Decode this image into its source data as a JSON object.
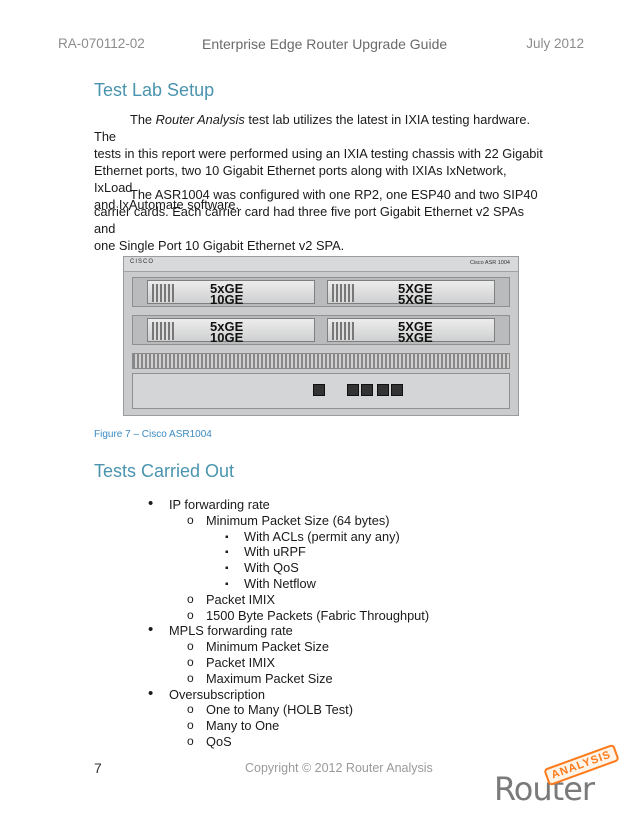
{
  "header": {
    "doc_id": "RA-070112-02",
    "title": "Enterprise Edge Router Upgrade Guide",
    "date": "July 2012"
  },
  "section1": {
    "heading": "Test Lab Setup",
    "p1_pre": "The ",
    "p1_em": "Router Analysis",
    "p1_l1": " test lab utilizes the latest in IXIA testing hardware.  The",
    "p1_l2": "tests in this report were performed using an IXIA testing chassis with 22 Gigabit",
    "p1_l3": "Ethernet ports, two 10 Gigabit Ethernet ports along with IXIAs IxNetwork, IxLoad",
    "p1_l4": "and IxAutomate software.",
    "p2_l1": "The ASR1004 was configured with one RP2, one ESP40 and two SIP40",
    "p2_l2": "carrier cards. Each carrier card had three five port Gigabit Ethernet v2 SPAs and",
    "p2_l3": "one Single Port 10 Gigabit Ethernet v2 SPA."
  },
  "figure": {
    "photo_logo": "CISCO",
    "photo_model": "Cisco ASR 1004",
    "card_labels": [
      "5xGE",
      "5XGE",
      "10GE",
      "5XGE",
      "5xGE",
      "5XGE",
      "10GE",
      "5XGE"
    ],
    "caption": "Figure 7 – Cisco ASR1004"
  },
  "section2": {
    "heading": "Tests Carried Out",
    "items": [
      {
        "level": 1,
        "marker": "•",
        "text": "IP forwarding rate"
      },
      {
        "level": 2,
        "marker": "o",
        "text": "Minimum Packet Size (64 bytes)"
      },
      {
        "level": 3,
        "marker": "▪",
        "text": "With ACLs (permit any any)"
      },
      {
        "level": 3,
        "marker": "▪",
        "text": "With uRPF"
      },
      {
        "level": 3,
        "marker": "▪",
        "text": "With QoS"
      },
      {
        "level": 3,
        "marker": "▪",
        "text": "With Netflow"
      },
      {
        "level": 2,
        "marker": "o",
        "text": "Packet IMIX"
      },
      {
        "level": 2,
        "marker": "o",
        "text": "1500 Byte Packets (Fabric Throughput)"
      },
      {
        "level": 1,
        "marker": "•",
        "text": "MPLS forwarding rate"
      },
      {
        "level": 2,
        "marker": "o",
        "text": "Minimum Packet Size"
      },
      {
        "level": 2,
        "marker": "o",
        "text": "Packet IMIX"
      },
      {
        "level": 2,
        "marker": "o",
        "text": "Maximum Packet Size"
      },
      {
        "level": 1,
        "marker": "•",
        "text": "Oversubscription"
      },
      {
        "level": 2,
        "marker": "o",
        "text": "One to Many (HOLB Test)"
      },
      {
        "level": 2,
        "marker": "o",
        "text": "Many to One"
      },
      {
        "level": 2,
        "marker": "o",
        "text": "QoS"
      }
    ]
  },
  "footer": {
    "page_number": "7",
    "copyright": "Copyright © 2012 Router Analysis",
    "logo_word": "Router",
    "logo_stamp": "ANALYSIS"
  }
}
